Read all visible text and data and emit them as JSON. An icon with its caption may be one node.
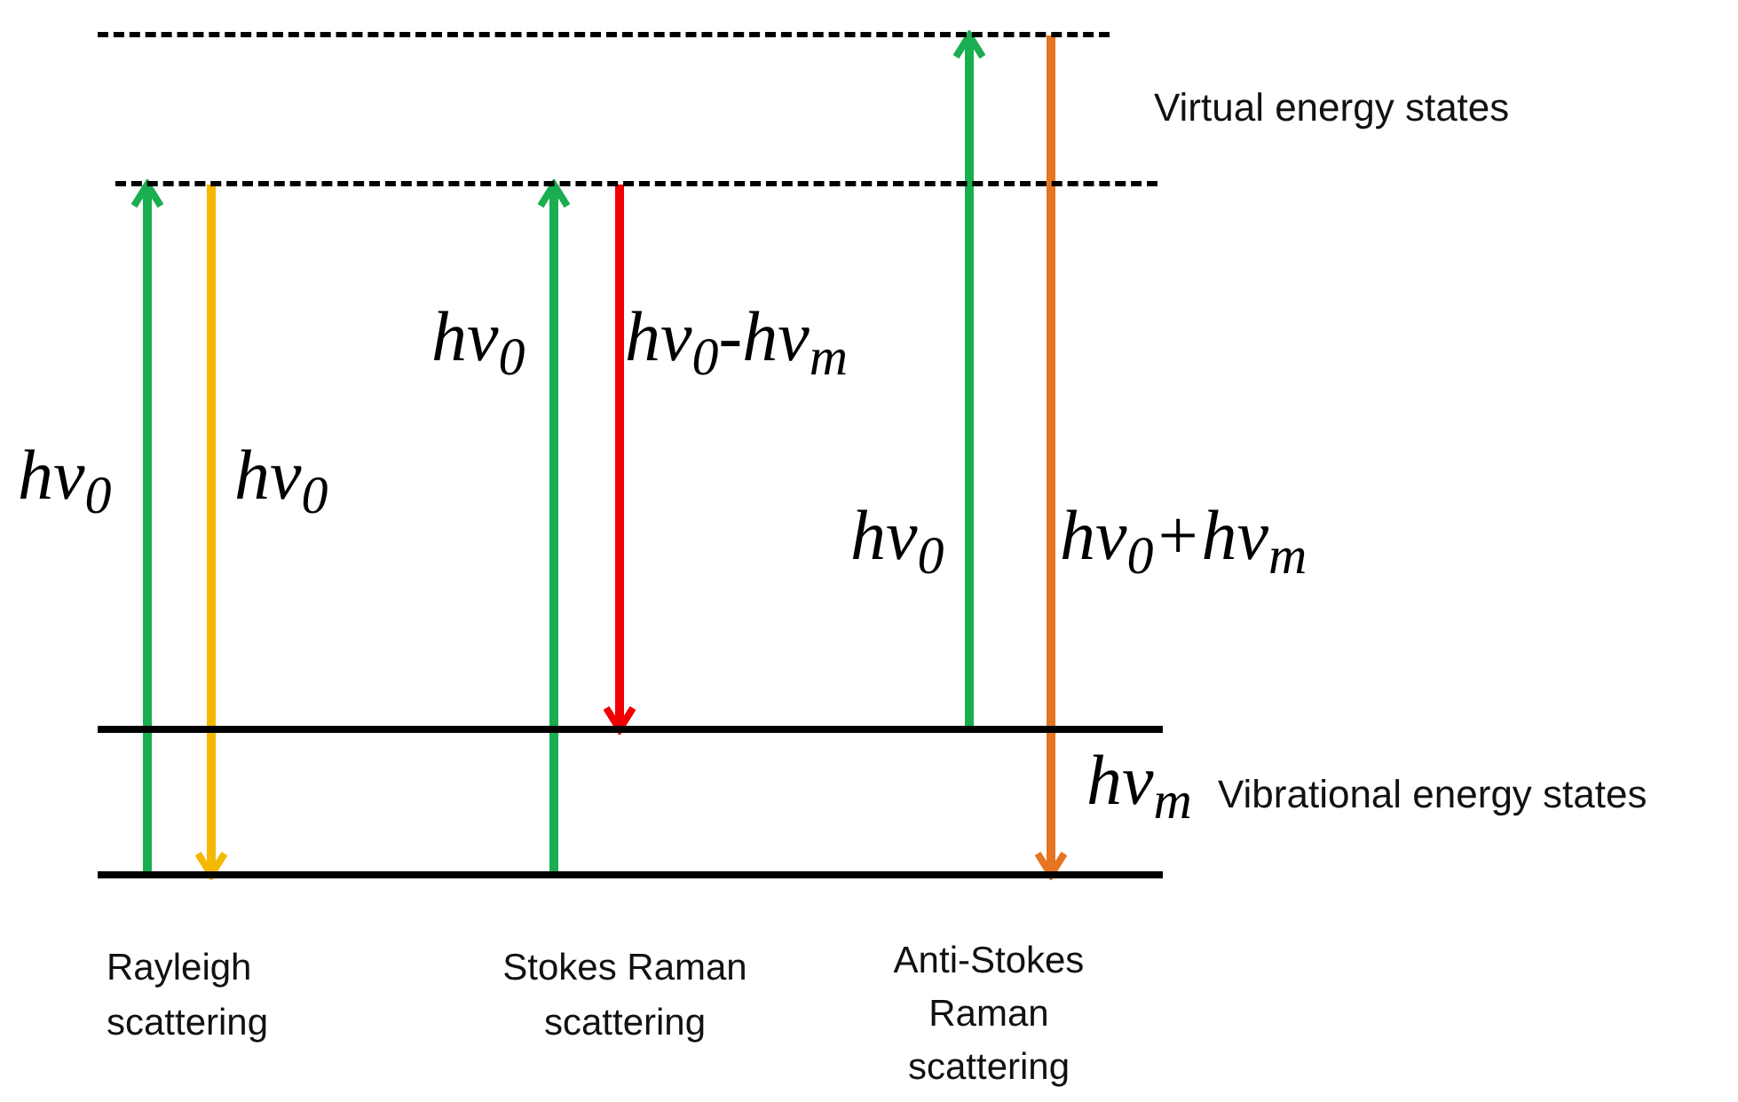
{
  "diagram": {
    "nodes": [
      {
        "text": [],
        "shape": "dashed"
      },
      {
        "text": [],
        "shape": "dashed"
      },
      {
        "text": [],
        "shape": "line"
      },
      {
        "text": [],
        "shape": "line"
      }
    ],
    "edges": [
      {
        "from": 3,
        "to": 1,
        "arrow": "to",
        "label": "hν$_{0}$"
      },
      {
        "from": 1,
        "to": 3,
        "arrow": "to",
        "label": "hν$_{0}$",
        "color": "#f5b800"
      },
      {
        "from": 3,
        "to": 1,
        "arrow": "to",
        "label": "hν$_{0}$"
      },
      {
        "from": 1,
        "to": 2,
        "arrow": "to",
        "label": "hν$_{0}$-hν$_{m}$",
        "color": "#f00000"
      },
      {
        "from": 2,
        "to": 0,
        "arrow": "to",
        "label": "hν$_{0}$"
      },
      {
        "from": 0,
        "to": 3,
        "arrow": "to",
        "label": "hν$_{0}$+hν$_{m}$",
        "color": "#e57520"
      }
    ],
    "labels": [
      "Virtual energy states",
      "hν$_{m}$",
      "Vibrational energy states",
      "Rayleigh scattering",
      "Stokes Raman scattering",
      "Anti-Stokes Raman scattering"
    ]
  }
}
